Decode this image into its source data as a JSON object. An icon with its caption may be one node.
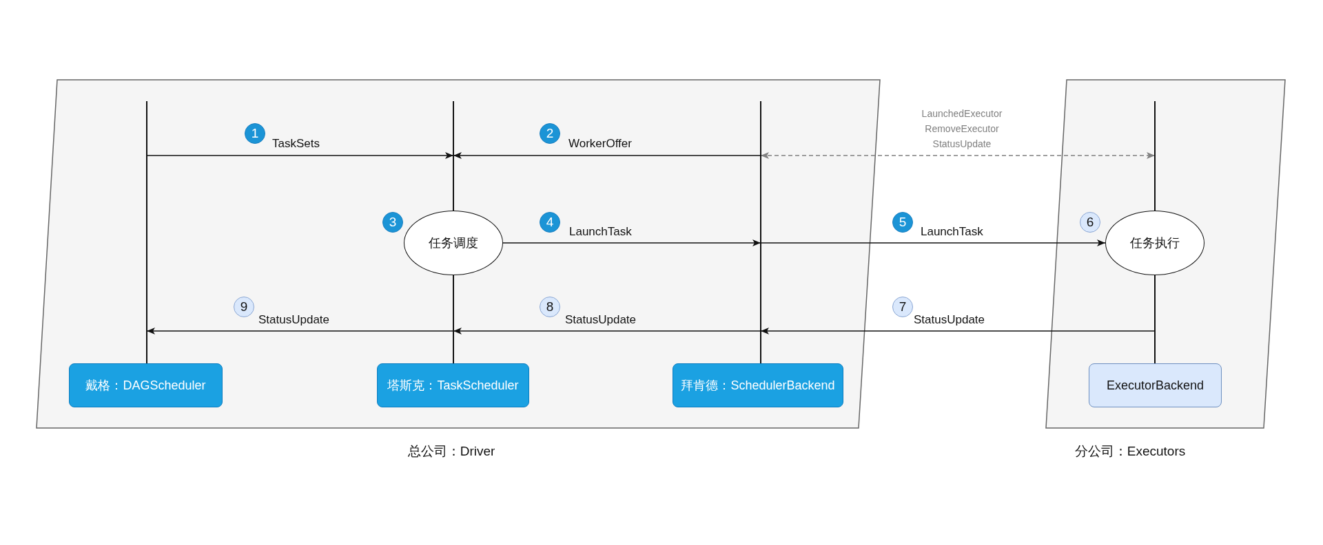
{
  "diagram": {
    "nodes": [
      {
        "text": [
          "总公司：Driver"
        ]
      },
      {
        "text": [
          "分公司：Executors"
        ]
      },
      {
        "text": [
          "1"
        ],
        "in": 0
      },
      {
        "text": [
          "2"
        ],
        "in": 0
      },
      {
        "text": [
          "3"
        ],
        "in": 0
      },
      {
        "text": [
          "任务调度"
        ],
        "in": 0
      },
      {
        "text": [
          "4"
        ],
        "in": 0
      },
      {
        "text": [
          "5"
        ]
      },
      {
        "text": [
          "6"
        ],
        "in": 1
      },
      {
        "text": [
          "任务执行"
        ],
        "in": 1
      },
      {
        "text": [
          "9"
        ],
        "in": 0
      },
      {
        "text": [
          "8"
        ],
        "in": 0
      },
      {
        "text": [
          "7"
        ]
      },
      {
        "text": [
          "戴格：DAGScheduler"
        ],
        "in": 0
      },
      {
        "text": [
          "塔斯克：TaskScheduler"
        ],
        "in": 0
      },
      {
        "text": [
          "拜肯德：SchedulerBackend"
        ],
        "in": 0
      },
      {
        "text": [
          "ExecutorBackend"
        ],
        "in": 1
      },
      {
        "text": [],
        "shape": "line",
        "in": 0
      },
      {
        "text": [],
        "shape": "line",
        "in": 0
      },
      {
        "text": [],
        "shape": "line",
        "in": 0
      },
      {
        "text": [],
        "shape": "line",
        "in": 0
      },
      {
        "text": [],
        "shape": "line",
        "in": 1
      },
      {
        "text": [],
        "shape": "line",
        "in": 1
      }
    ],
    "edges": [
      {
        "from": 17,
        "to": 18,
        "arrow": "to",
        "label": "TaskSets"
      },
      {
        "from": 20,
        "to": 18,
        "arrow": "to",
        "label": "WorkerOffer"
      },
      {
        "from": 20,
        "to": 21,
        "arrow": "both",
        "style": "dashed",
        "color": "#808080",
        "label": "LaunchedExecutor RemoveExecutor StatusUpdate"
      },
      {
        "from": 5,
        "to": 20,
        "arrow": "to",
        "label": "LaunchTask"
      },
      {
        "from": 20,
        "to": 9,
        "arrow": "to",
        "label": "LaunchTask"
      },
      {
        "from": 22,
        "to": 20,
        "arrow": "to",
        "label": "StatusUpdate"
      },
      {
        "from": 20,
        "to": 19,
        "arrow": "to",
        "label": "StatusUpdate"
      },
      {
        "from": 19,
        "to": 17,
        "arrow": "to",
        "label": "StatusUpdate"
      }
    ]
  }
}
